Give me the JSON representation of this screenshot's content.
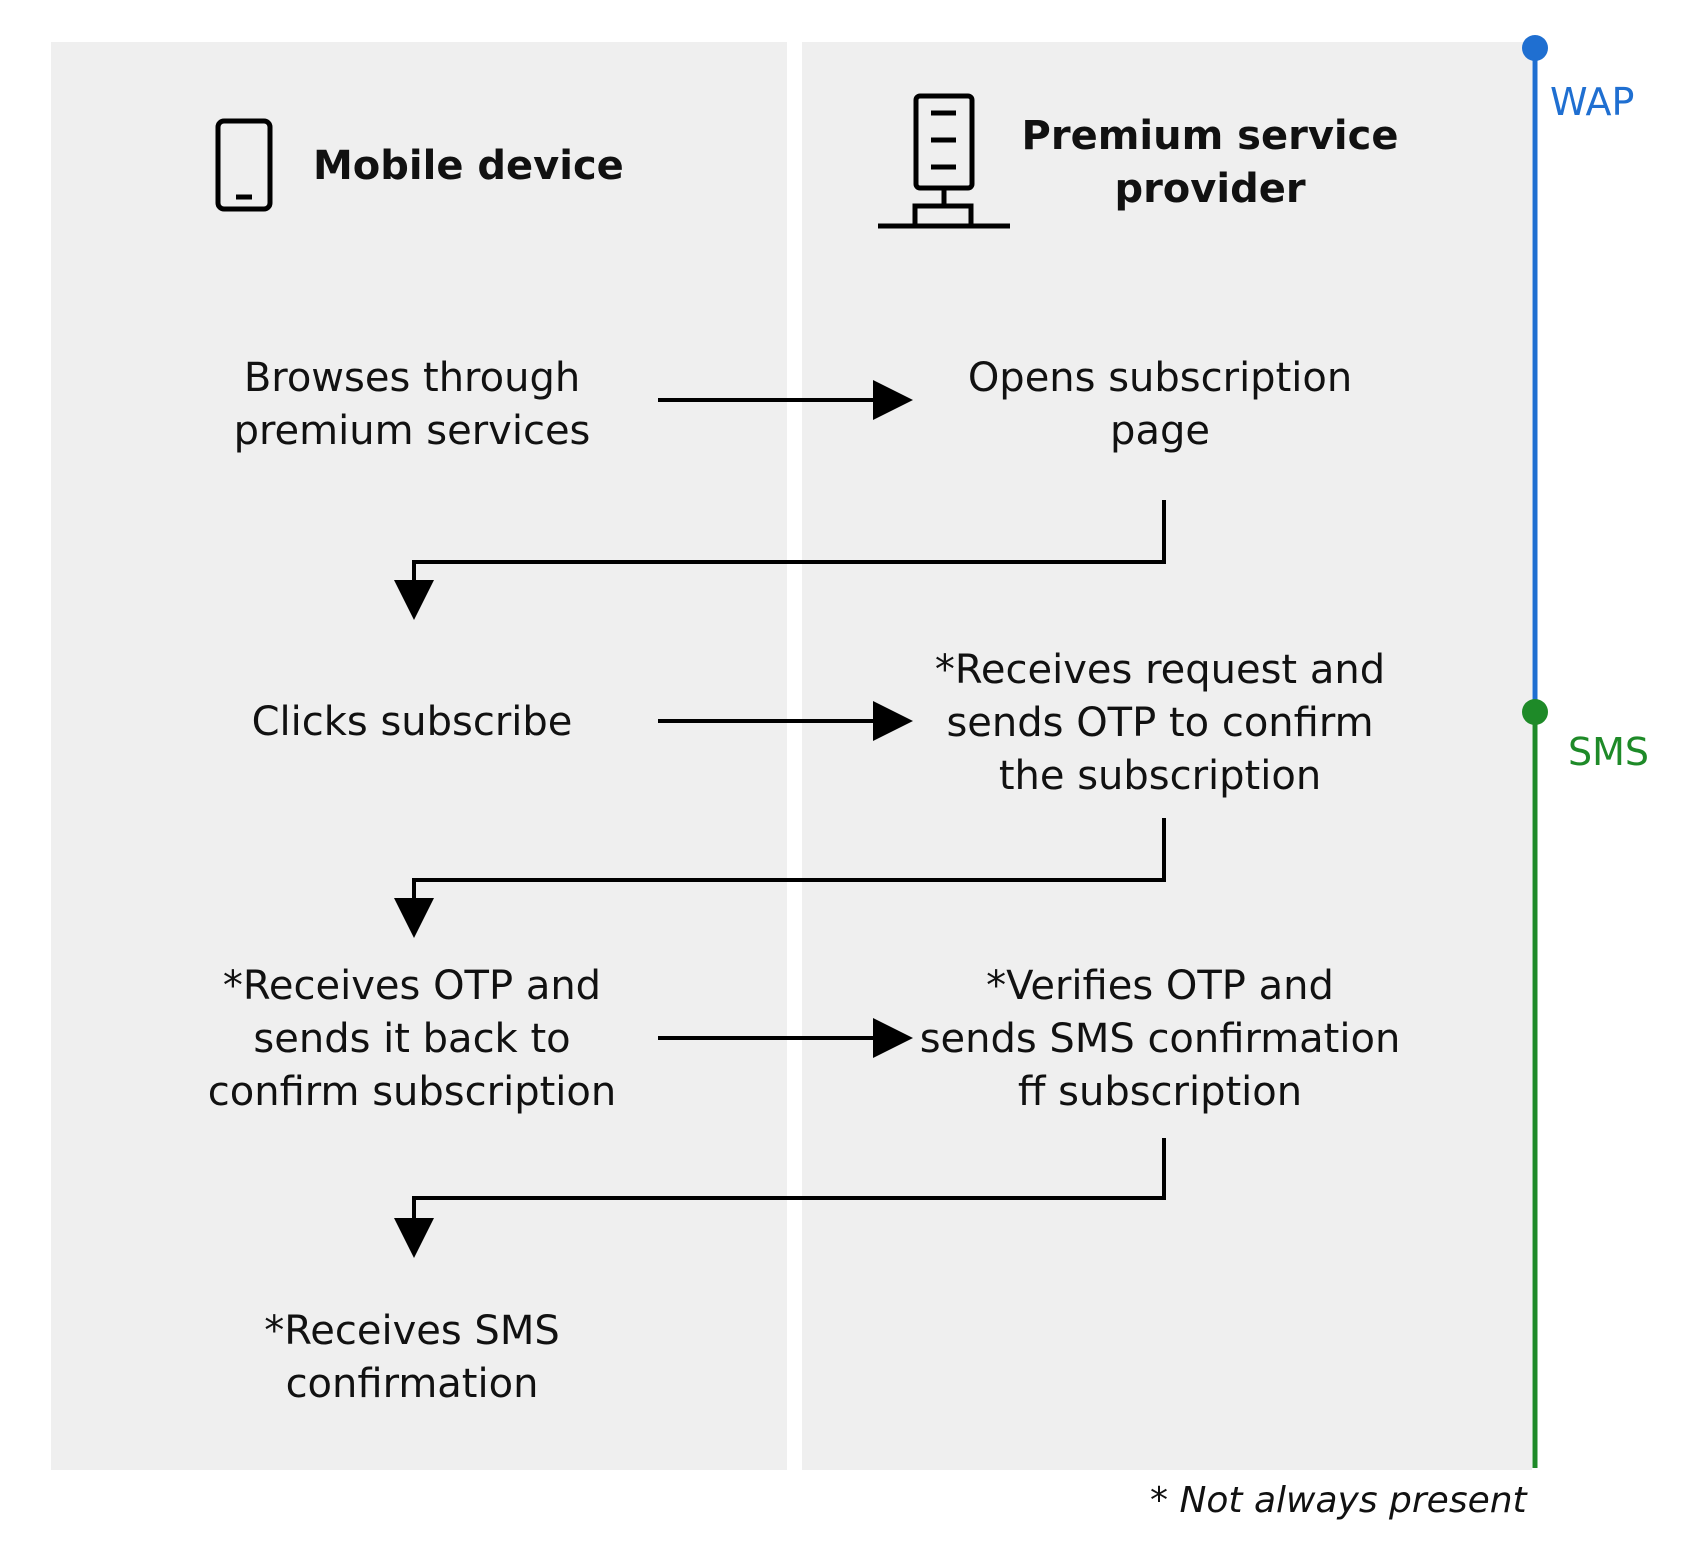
{
  "lanes": {
    "left": {
      "title": "Mobile device",
      "icon": "mobile-phone-icon"
    },
    "right": {
      "title_lines": [
        "Premium service",
        "provider"
      ],
      "icon": "server-icon"
    }
  },
  "steps": {
    "browse": {
      "lines": [
        "Browses through",
        "premium services"
      ]
    },
    "open_page": {
      "lines": [
        "Opens subscription",
        "page"
      ]
    },
    "clicks_subscribe": {
      "lines": [
        "Clicks subscribe"
      ]
    },
    "receives_request": {
      "lines": [
        "*Receives request and",
        "sends OTP to confirm",
        "the subscription"
      ]
    },
    "receives_otp": {
      "lines": [
        "*Receives OTP and",
        "sends it back to",
        "confirm subscription"
      ]
    },
    "verifies_otp": {
      "lines": [
        "*Verifies OTP and",
        "sends SMS confirmation",
        "ff subscription"
      ]
    },
    "receives_sms": {
      "lines": [
        "*Receives SMS",
        "confirmation"
      ]
    }
  },
  "phases": {
    "wap": {
      "label": "WAP",
      "color": "#1f6fd1"
    },
    "sms": {
      "label": "SMS",
      "color": "#1e8a28"
    }
  },
  "footnote": "* Not always present"
}
